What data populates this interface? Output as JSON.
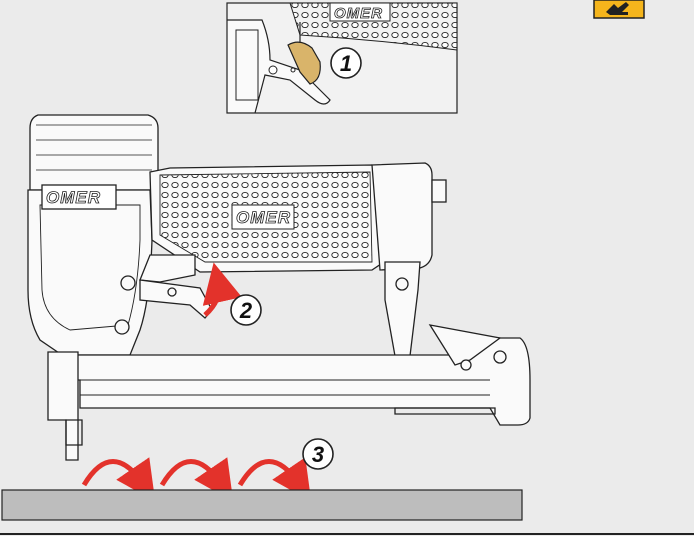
{
  "brand": "OMER",
  "colors": {
    "background": "#ebebeb",
    "warning": "#f5b51c",
    "arrow": "#e3322b",
    "board": "#bdbdbd",
    "trigger_part": "#d9b46a"
  },
  "steps": [
    {
      "number": "1"
    },
    {
      "number": "2"
    },
    {
      "number": "3"
    }
  ],
  "warning_icon": "hand-warning-icon"
}
